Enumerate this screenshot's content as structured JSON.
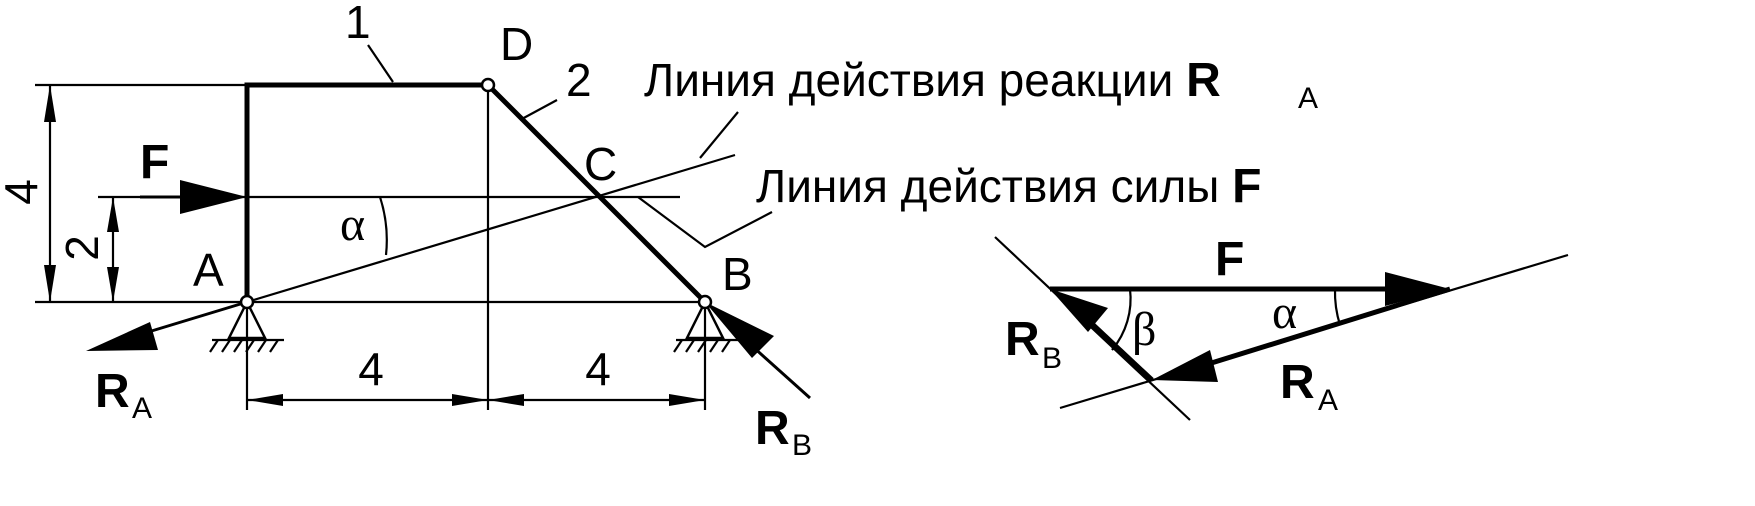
{
  "labels": {
    "member1": "1",
    "member2": "2",
    "pointD": "D",
    "pointC": "C",
    "pointA": "A",
    "pointB": "B",
    "forceF": "F",
    "alpha": "α",
    "beta": "β",
    "RA_main": "R",
    "RA_sub": "A",
    "RB_main": "R",
    "RB_sub": "B"
  },
  "dimensions": {
    "height_total": "4",
    "height_force": "2",
    "span_left": "4",
    "span_right": "4"
  },
  "callouts": {
    "reaction_line_text": "Линия действия реакции ",
    "reaction_symbol": "R",
    "reaction_sub": "A",
    "force_line_text": "Линия действия силы ",
    "force_symbol": "F"
  },
  "triangle": {
    "F": "F",
    "alpha": "α",
    "beta": "β",
    "RB_main": "R",
    "RB_sub": "B",
    "RA_main": "R",
    "RA_sub": "A"
  }
}
